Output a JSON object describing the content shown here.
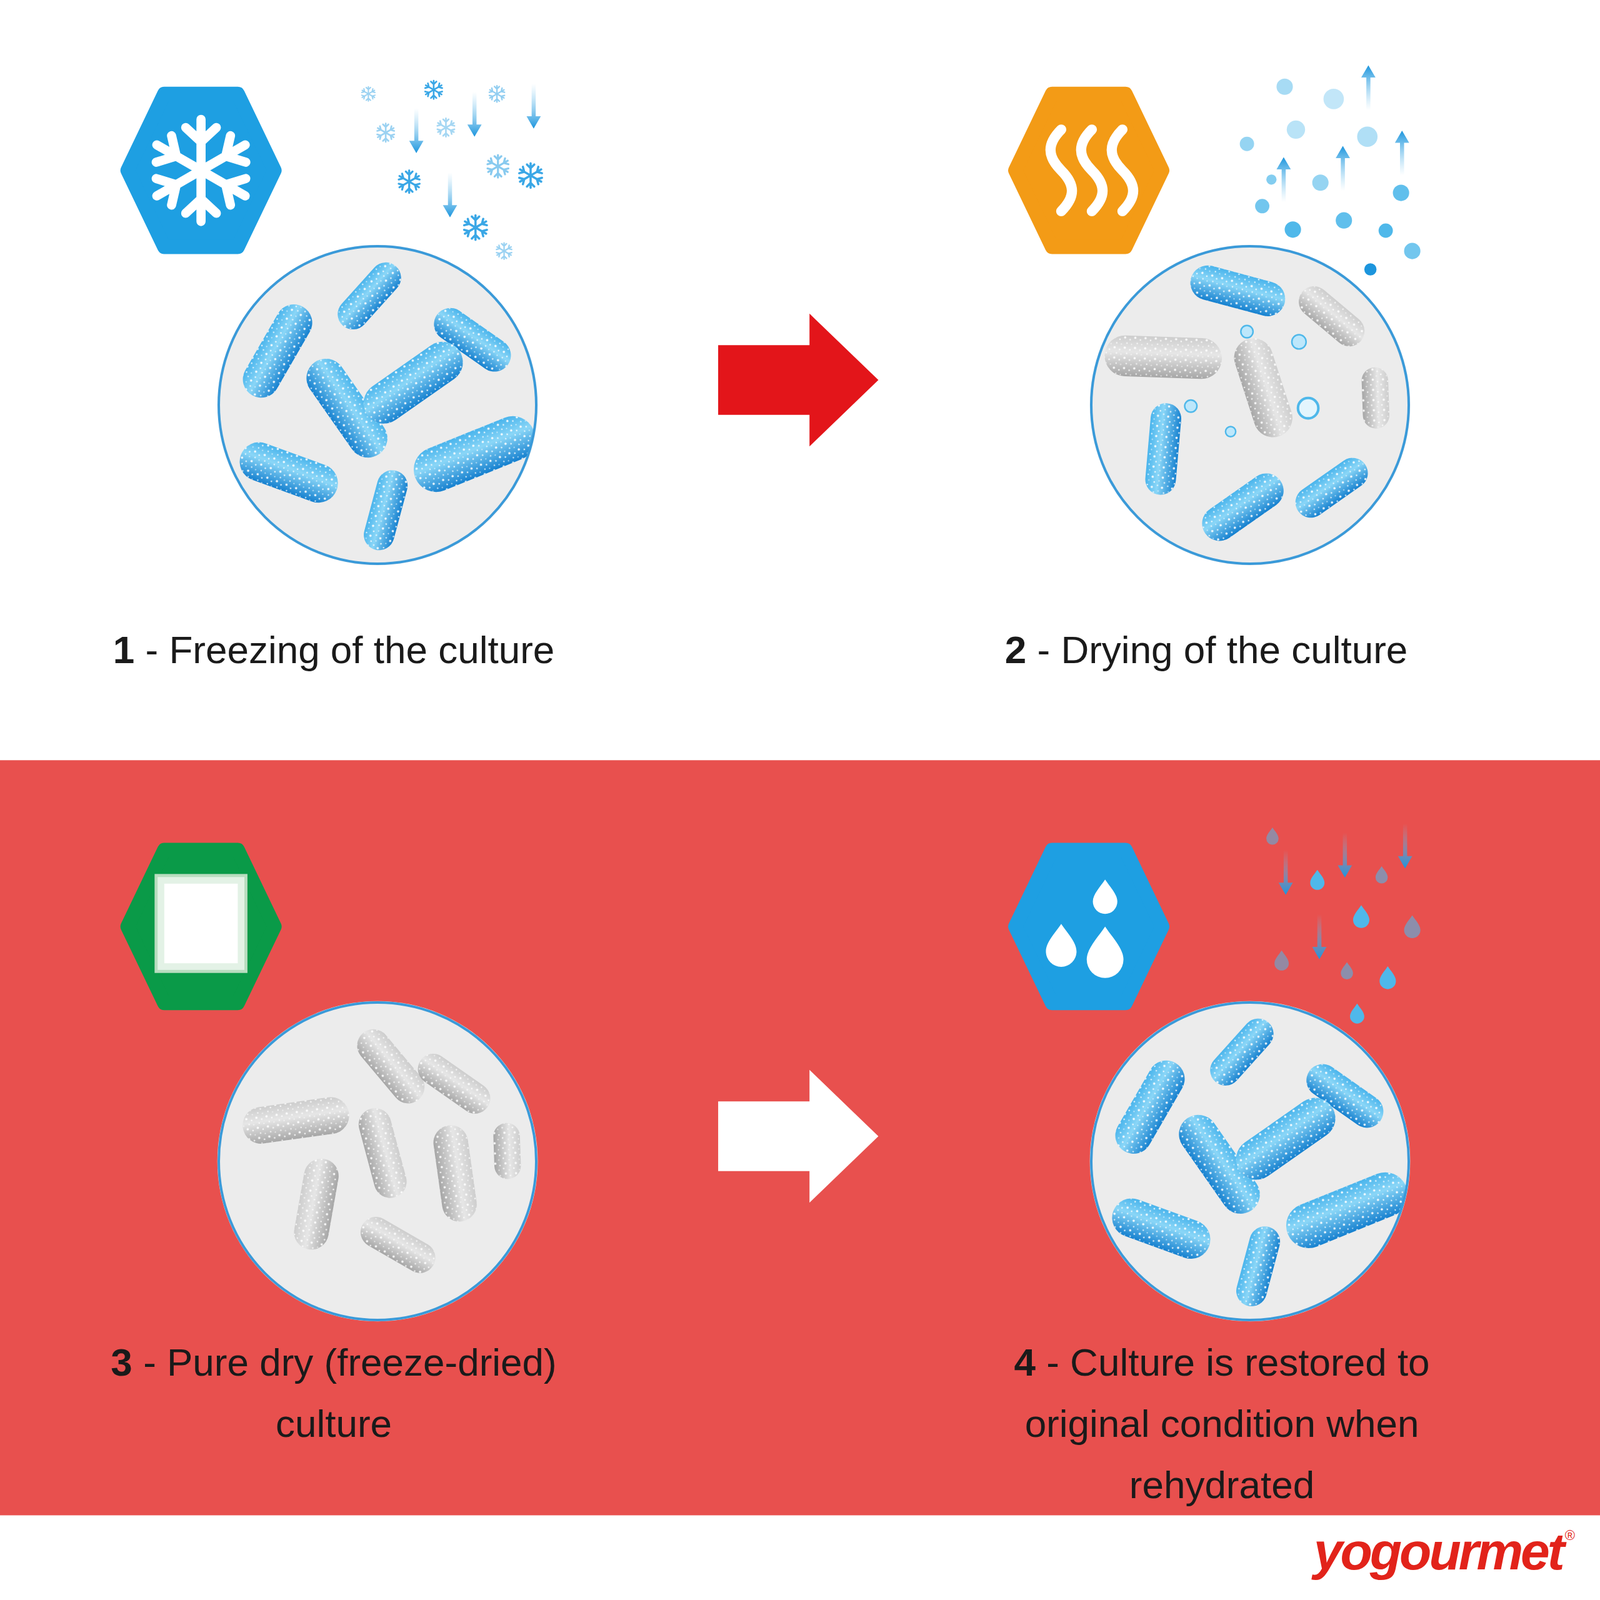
{
  "diagram": {
    "nodes": [
      {
        "text": [
          "1",
          "- Freezing of the culture"
        ]
      },
      {
        "text": [
          "2",
          "- Drying of the culture"
        ]
      },
      {
        "text": [
          "3",
          "- Pure dry (freeze-dried) culture"
        ]
      },
      {
        "text": [
          "4",
          "- Culture is restored to original condition when rehydrated"
        ]
      }
    ],
    "edges": [
      {
        "from": 0,
        "to": 1,
        "arrow": "to"
      },
      {
        "from": 2,
        "to": 3,
        "arrow": "to"
      }
    ],
    "labels": [
      "yogourmet",
      "®"
    ]
  }
}
